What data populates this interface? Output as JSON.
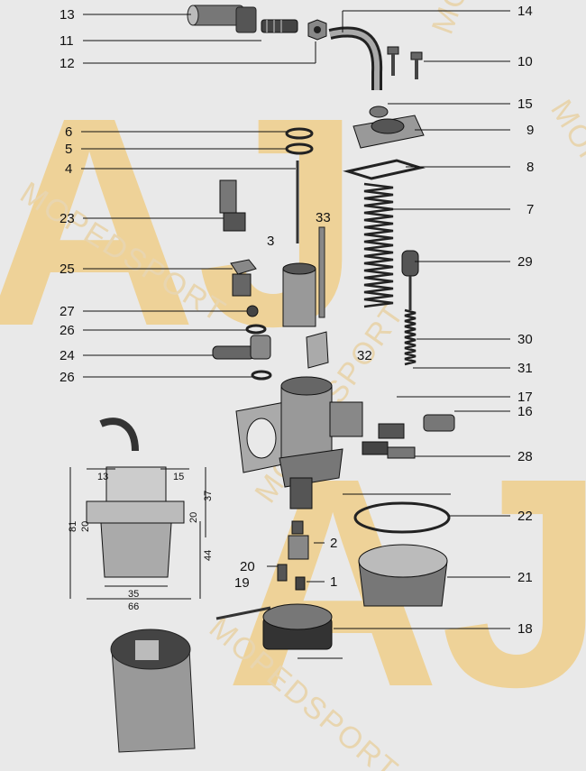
{
  "callouts": [
    {
      "num": "13"
    },
    {
      "num": "11"
    },
    {
      "num": "12"
    },
    {
      "num": "14"
    },
    {
      "num": "10"
    },
    {
      "num": "15"
    },
    {
      "num": "9"
    },
    {
      "num": "6"
    },
    {
      "num": "5"
    },
    {
      "num": "4"
    },
    {
      "num": "8"
    },
    {
      "num": "7"
    },
    {
      "num": "23"
    },
    {
      "num": "33"
    },
    {
      "num": "3"
    },
    {
      "num": "29"
    },
    {
      "num": "25"
    },
    {
      "num": "27"
    },
    {
      "num": "26"
    },
    {
      "num": "24"
    },
    {
      "num": "32"
    },
    {
      "num": "30"
    },
    {
      "num": "26"
    },
    {
      "num": "31"
    },
    {
      "num": "17"
    },
    {
      "num": "16"
    },
    {
      "num": "28"
    },
    {
      "num": "22"
    },
    {
      "num": "2"
    },
    {
      "num": "20"
    },
    {
      "num": "1"
    },
    {
      "num": "21"
    },
    {
      "num": "19"
    },
    {
      "num": "18"
    }
  ],
  "dimensions": {
    "top_left": "13",
    "top_right": "15",
    "right_outer": "37",
    "right_inner": "20",
    "left_outer": "81",
    "left_inner": "20",
    "right_lower": "44",
    "bottom_inner": "35",
    "bottom_outer": "66"
  },
  "watermark": {
    "big": "AJ",
    "text": "MOPEDSPORT"
  },
  "colors": {
    "background": "#e9e9e9",
    "watermark": "#f0cf8a",
    "ink": "#111111",
    "part_fill": "#d8d8d8",
    "part_dark": "#3a3a3a"
  }
}
